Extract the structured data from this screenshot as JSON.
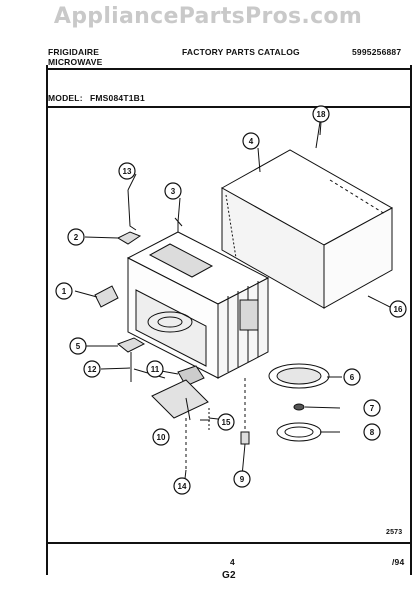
{
  "watermark": "AppliancePartsPros.com",
  "header": {
    "brand_line1": "FRIGIDAIRE",
    "brand_line2": "MICROWAVE",
    "catalog_title": "FACTORY PARTS CATALOG",
    "catalog_number": "5995256887",
    "model_label": "MODEL:",
    "model_number": "FMS084T1B1"
  },
  "callouts": [
    "1",
    "2",
    "3",
    "4",
    "5",
    "6",
    "7",
    "8",
    "9",
    "10",
    "11",
    "12",
    "13",
    "14",
    "15",
    "16",
    "18"
  ],
  "footer": {
    "figure_number": "2573",
    "page_number": "4",
    "section": "G2",
    "date": "/94"
  }
}
